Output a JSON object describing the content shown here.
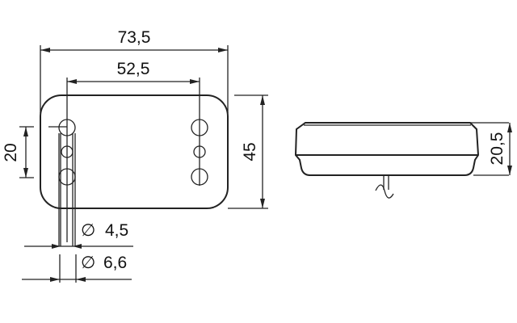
{
  "dimensions": {
    "overall_width": "73,5",
    "hole_spacing": "52,5",
    "hole_vertical_spacing": "20",
    "overall_height": "45",
    "hole_small_diameter": "4,5",
    "hole_large_diameter": "6,6",
    "side_depth": "20,5"
  },
  "symbols": {
    "diameter": "∅"
  },
  "colors": {
    "line": "#222222",
    "background": "#ffffff"
  }
}
